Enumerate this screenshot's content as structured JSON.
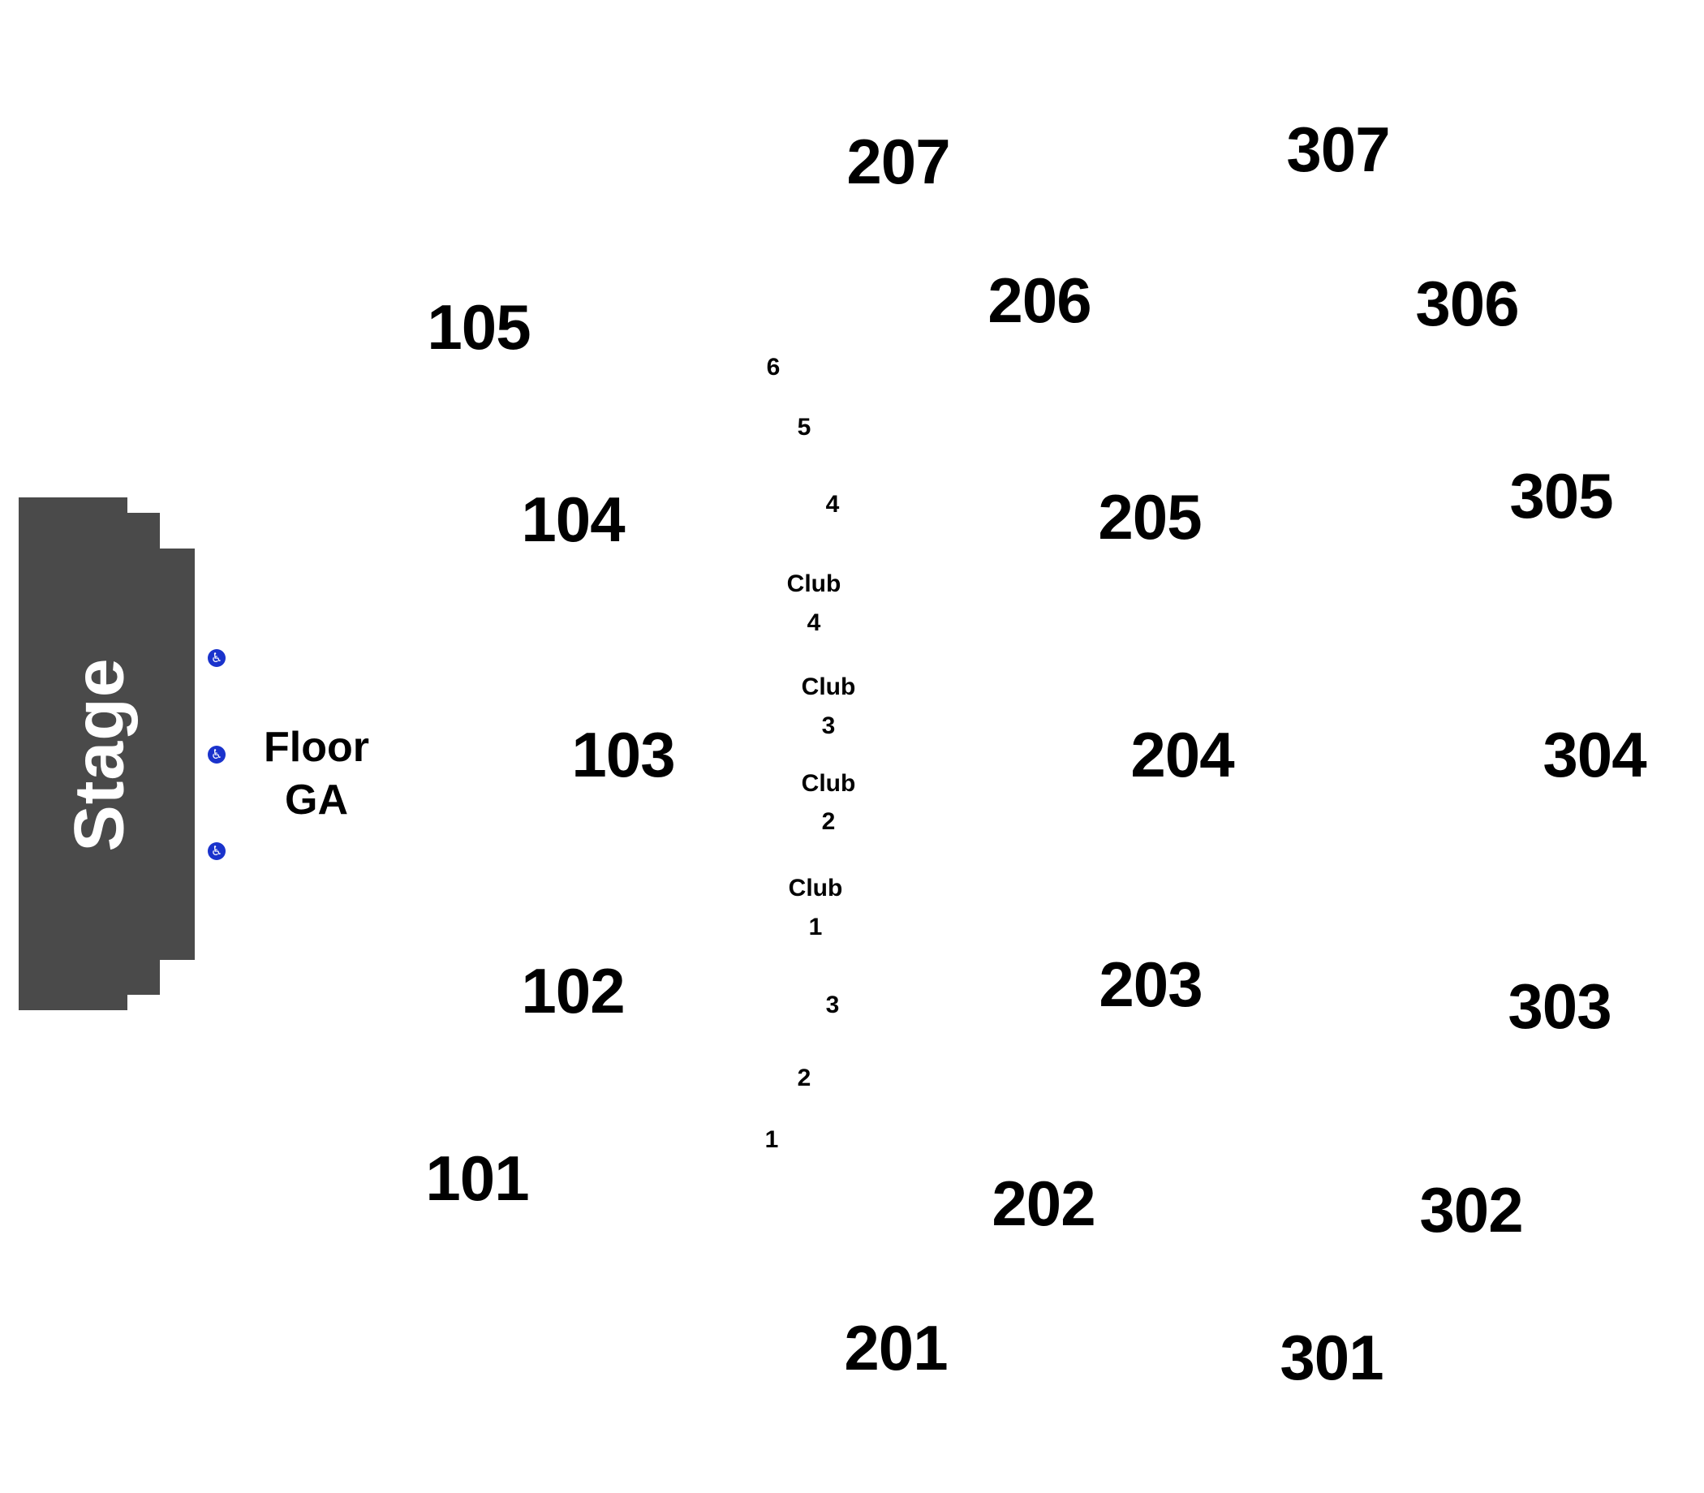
{
  "stage": {
    "label": "Stage",
    "color": "#4a4a4a"
  },
  "floor": {
    "line1": "Floor",
    "line2": "GA"
  },
  "accessible_icon_color": "#1a33cc",
  "sections": {
    "s101": "101",
    "s102": "102",
    "s103": "103",
    "s104": "104",
    "s105": "105",
    "s201": "201",
    "s202": "202",
    "s203": "203",
    "s204": "204",
    "s205": "205",
    "s206": "206",
    "s207": "207",
    "s301": "301",
    "s302": "302",
    "s303": "303",
    "s304": "304",
    "s305": "305",
    "s306": "306",
    "s307": "307"
  },
  "boxes": {
    "b1": "1",
    "b2": "2",
    "b3": "3",
    "b4": "4",
    "b5": "5",
    "b6": "6"
  },
  "clubs": {
    "c1": {
      "word": "Club",
      "num": "1"
    },
    "c2": {
      "word": "Club",
      "num": "2"
    },
    "c3": {
      "word": "Club",
      "num": "3"
    },
    "c4": {
      "word": "Club",
      "num": "4"
    }
  }
}
